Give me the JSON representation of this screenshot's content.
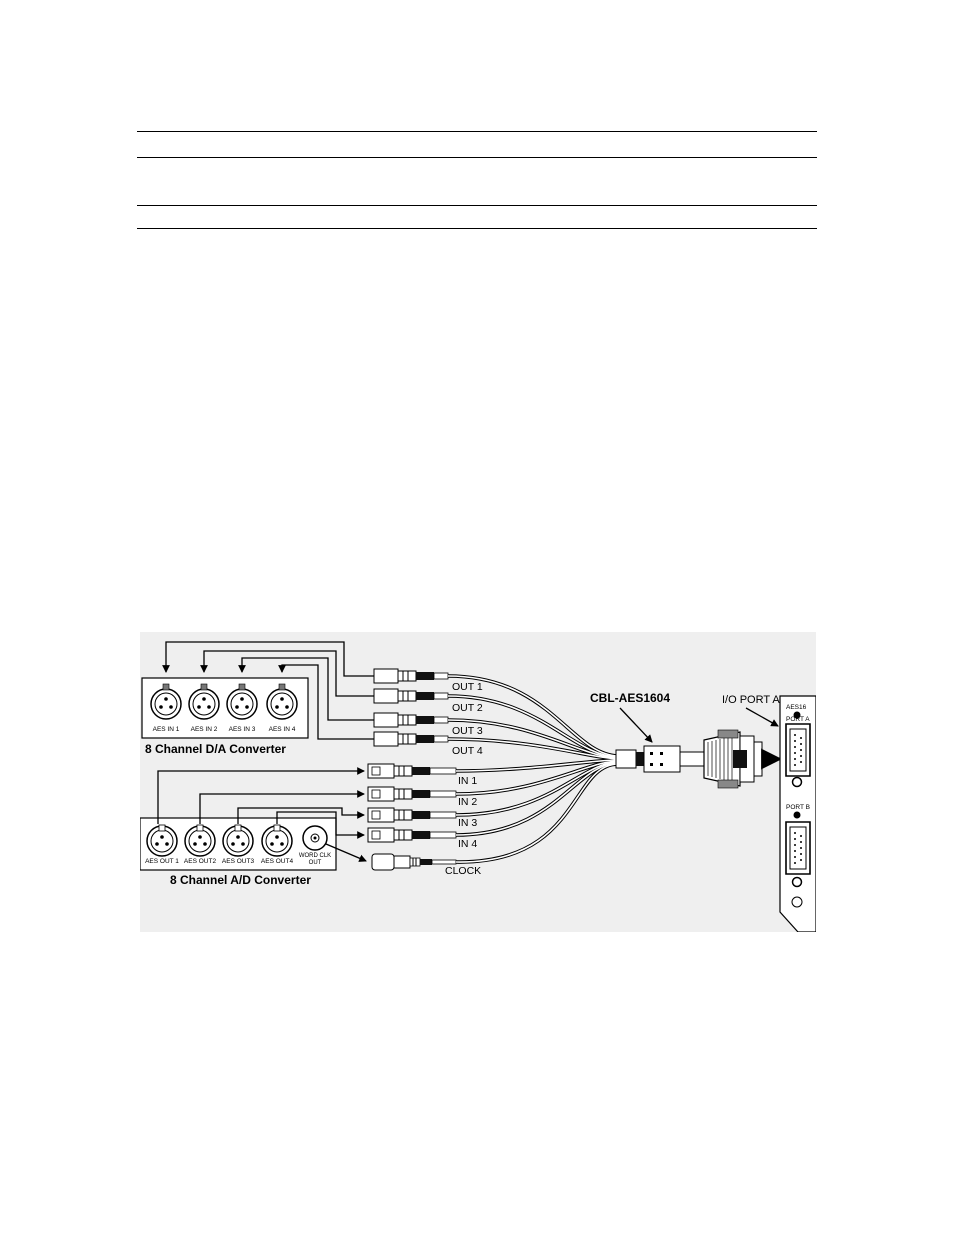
{
  "figure": {
    "da_converter": {
      "title": "8 Channel D/A Converter",
      "inputs": [
        "AES IN 1",
        "AES IN 2",
        "AES IN 3",
        "AES IN 4"
      ]
    },
    "ad_converter": {
      "title": "8 Channel A/D Converter",
      "outputs": [
        "AES OUT 1",
        "AES OUT2",
        "AES OUT3",
        "AES OUT4"
      ],
      "word_clock": [
        "WORD CLK",
        "OUT"
      ]
    },
    "cable": {
      "name": "CBL-AES1604",
      "out_labels": [
        "OUT 1",
        "OUT 2",
        "OUT 3",
        "OUT 4"
      ],
      "in_labels": [
        "IN 1",
        "IN 2",
        "IN 3",
        "IN 4"
      ],
      "clock_label": "CLOCK"
    },
    "card": {
      "port_callout": "I/O PORT A",
      "model": "AES16",
      "port_a": "PORT A",
      "port_b": "PORT B"
    }
  }
}
